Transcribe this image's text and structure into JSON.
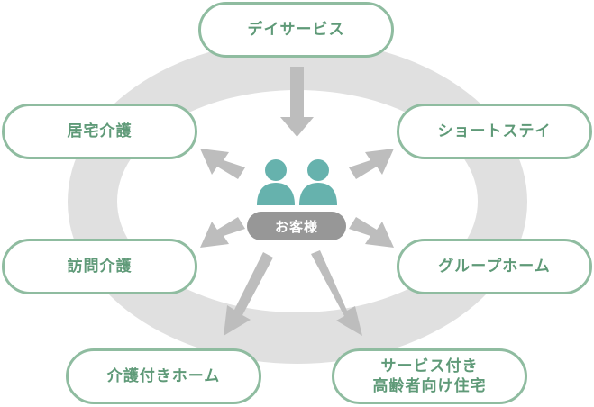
{
  "diagram": {
    "center": {
      "label": "お客様",
      "icon": "two-person-icon"
    },
    "nodes": [
      {
        "id": "day-service",
        "label": "デイサービス"
      },
      {
        "id": "home-care",
        "label": "居宅介護"
      },
      {
        "id": "short-stay",
        "label": "ショートステイ"
      },
      {
        "id": "home-visit-care",
        "label": "訪問介護"
      },
      {
        "id": "group-home",
        "label": "グループホーム"
      },
      {
        "id": "nursing-home",
        "label": "介護付きホーム"
      },
      {
        "id": "serviced-elderly-housing",
        "label_line1": "サービス付き",
        "label_line2": "高齢者向け住宅"
      }
    ],
    "colors": {
      "node_border": "#8fbca0",
      "node_text": "#5f9a78",
      "ring": "#e0e0e0",
      "arrow": "#bdbdbd",
      "person_icon": "#66b2ad",
      "center_pill": "#979797"
    }
  }
}
